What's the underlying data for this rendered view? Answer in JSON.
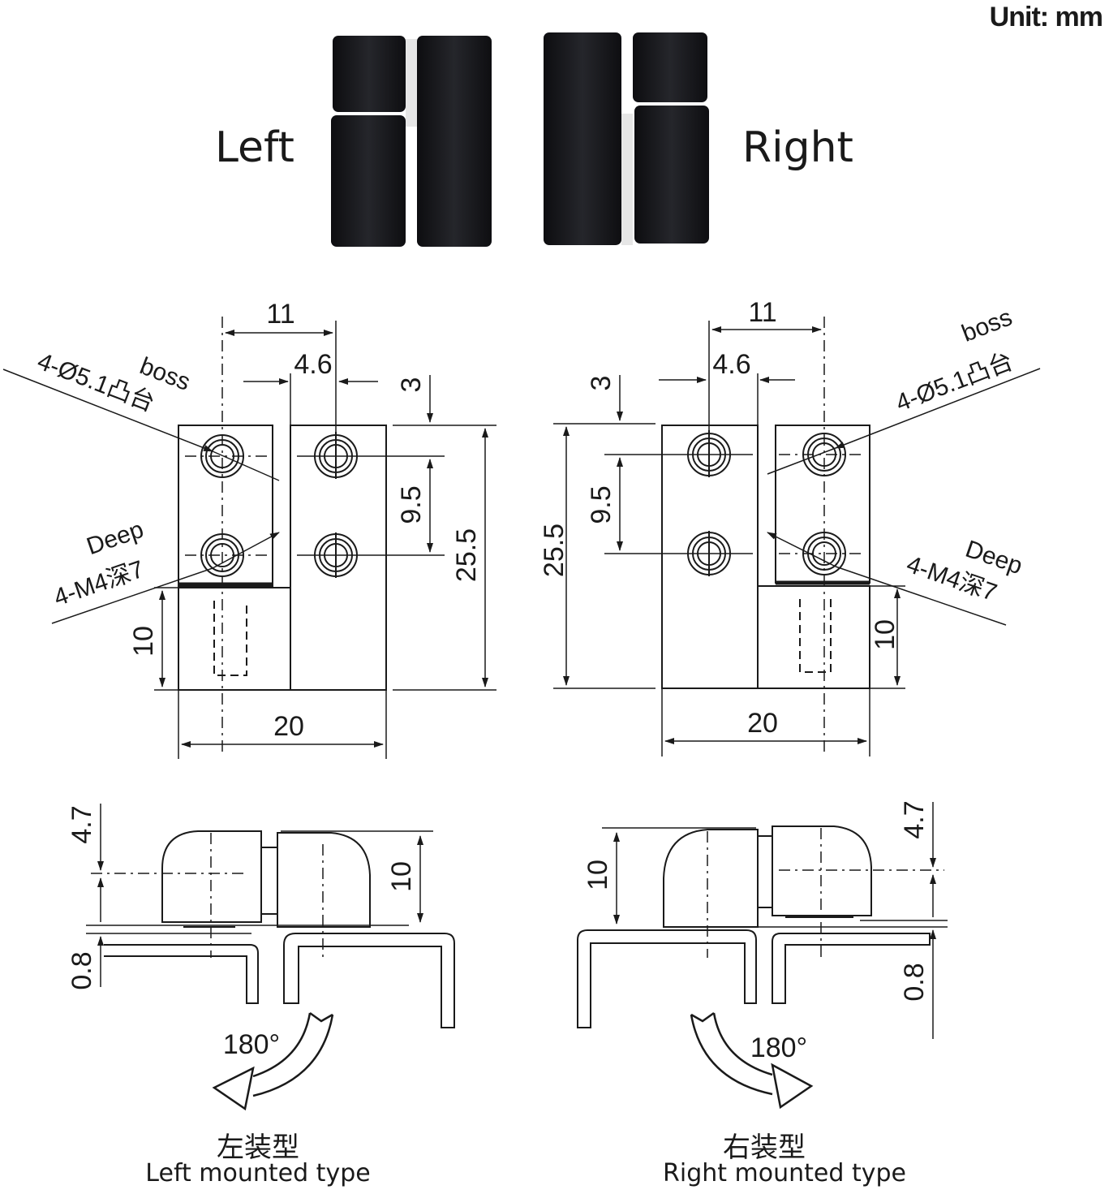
{
  "header": {
    "unit_label": "Unit: mm"
  },
  "photo": {
    "left_label": "Left",
    "right_label": "Right"
  },
  "left_view": {
    "dim_11": "11",
    "dim_4_6": "4.6",
    "dim_3": "3",
    "dim_9_5": "9.5",
    "dim_25_5": "25.5",
    "dim_10": "10",
    "dim_20": "20",
    "boss_word": "boss",
    "boss_spec": "4-Ø5.1凸台",
    "deep_word": "Deep",
    "deep_spec": "4-M4深7"
  },
  "right_view": {
    "dim_11": "11",
    "dim_4_6": "4.6",
    "dim_3": "3",
    "dim_9_5": "9.5",
    "dim_25_5": "25.5",
    "dim_10": "10",
    "dim_20": "20",
    "boss_word": "boss",
    "boss_spec": "4-Ø5.1凸台",
    "deep_word": "Deep",
    "deep_spec": "4-M4深7"
  },
  "left_side": {
    "dim_4_7": "4.7",
    "dim_10": "10",
    "dim_0_8": "0.8",
    "rotation": "180°"
  },
  "right_side": {
    "dim_4_7": "4.7",
    "dim_10": "10",
    "dim_0_8": "0.8",
    "rotation": "180°"
  },
  "captions": {
    "left_cn": "左装型",
    "left_en": "Left mounted type",
    "right_cn": "右装型",
    "right_en": "Right mounted type"
  },
  "colors": {
    "ink": "#1a1a1a",
    "hinge_body": "#151517",
    "hinge_edge": "#2b2c30"
  }
}
